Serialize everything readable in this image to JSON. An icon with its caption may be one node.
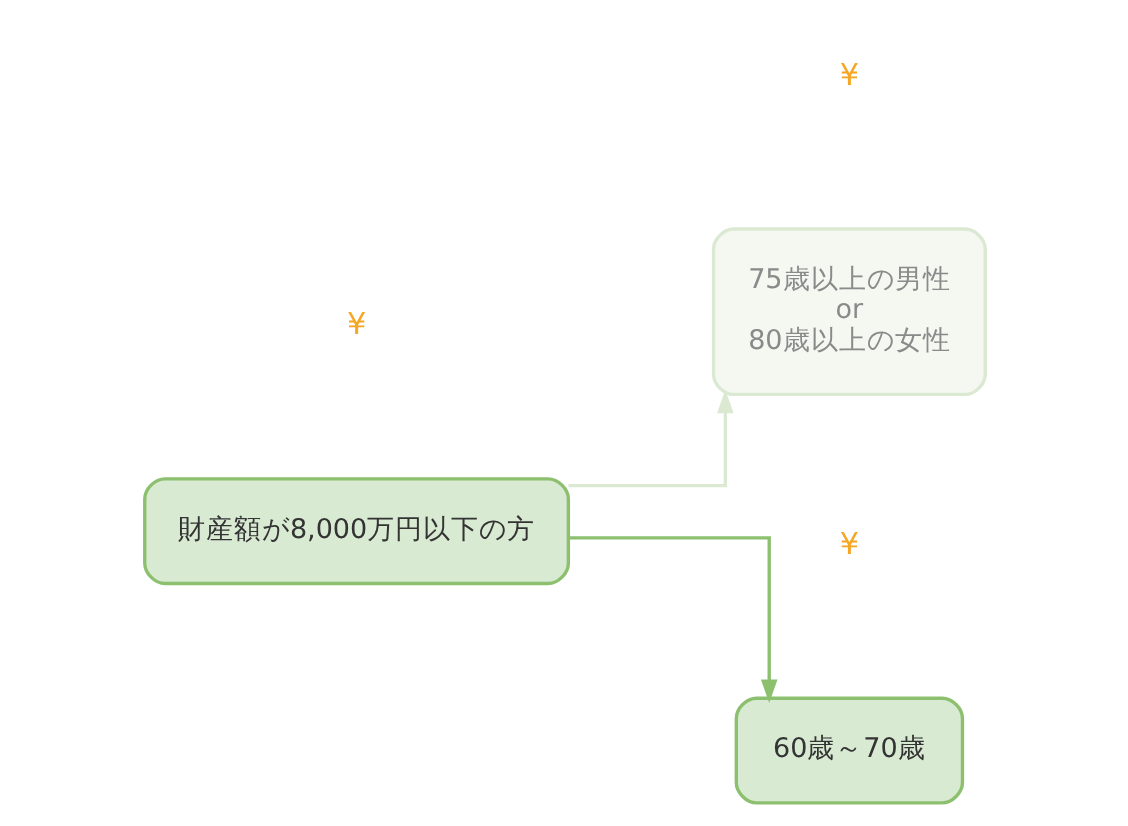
{
  "diagram": {
    "nodes": [
      {
        "text": [
          "財産額が8,000万円以下の方"
        ]
      },
      {
        "text": [
          "75歳以上の男性 or 80歳以上の女性"
        ]
      },
      {
        "text": [
          "60歳～70歳"
        ]
      }
    ],
    "edges": [
      {
        "from": 0,
        "to": 1,
        "arrow": "to",
        "color": "#dbe9d2"
      },
      {
        "from": 0,
        "to": 2,
        "arrow": "to",
        "color": "#8cc06f"
      }
    ],
    "labels": [
      "¥",
      "¥",
      "¥"
    ]
  }
}
